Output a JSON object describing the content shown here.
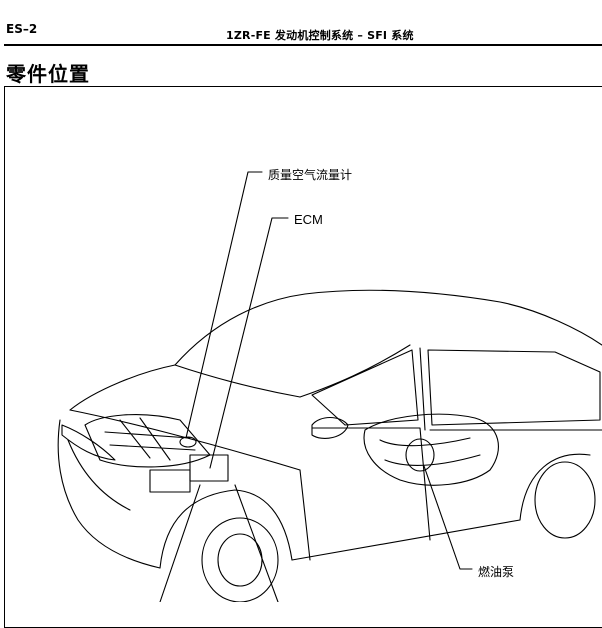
{
  "header": {
    "section_code": "ES–2",
    "chapter_title": "1ZR-FE 发动机控制系统 – SFI 系统"
  },
  "section": {
    "title": "零件位置"
  },
  "callouts": {
    "maf": "质量空气流量计",
    "ecm": "ECM",
    "fuel_pump": "燃油泵"
  }
}
